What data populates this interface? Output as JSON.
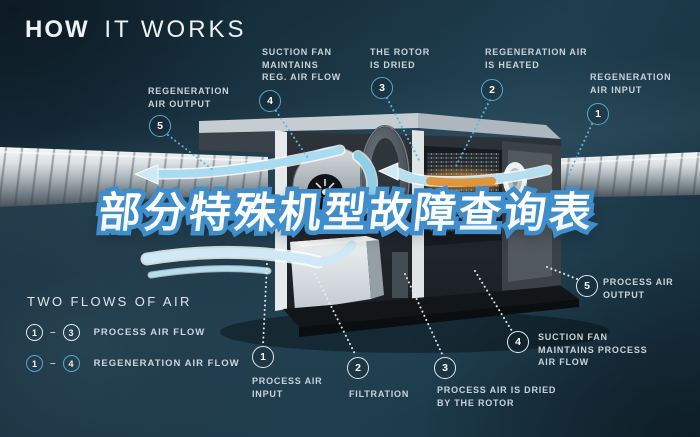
{
  "header": {
    "title_bold": "HOW",
    "title_light": "IT WORKS"
  },
  "overlay": {
    "text": "部分特殊机型故障查询表"
  },
  "callouts_top": [
    {
      "num": "5",
      "line1": "REGENERATION",
      "line2": "AIR OUTPUT",
      "line3": ""
    },
    {
      "num": "4",
      "line1": "SUCTION FAN",
      "line2": "MAINTAINS",
      "line3": "REG. AIR FLOW"
    },
    {
      "num": "3",
      "line1": "THE ROTOR",
      "line2": "IS DRIED",
      "line3": ""
    },
    {
      "num": "2",
      "line1": "REGENERATION AIR",
      "line2": "IS HEATED",
      "line3": ""
    },
    {
      "num": "1",
      "line1": "REGENERATION",
      "line2": "AIR INPUT",
      "line3": ""
    }
  ],
  "callouts_bottom": [
    {
      "num": "1",
      "line1": "PROCESS AIR",
      "line2": "INPUT",
      "line3": ""
    },
    {
      "num": "2",
      "line1": "FILTRATION",
      "line2": "",
      "line3": ""
    },
    {
      "num": "3",
      "line1": "PROCESS AIR IS DRIED",
      "line2": "BY THE ROTOR",
      "line3": ""
    },
    {
      "num": "4",
      "line1": "SUCTION FAN",
      "line2": "MAINTAINS PROCESS",
      "line3": "AIR FLOW"
    },
    {
      "num": "5",
      "line1": "PROCESS AIR",
      "line2": "OUTPUT",
      "line3": ""
    }
  ],
  "legend": {
    "heading": "TWO FLOWS OF AIR",
    "rows": [
      {
        "from": "1",
        "dash": "–",
        "to": "3",
        "label": "PROCESS AIR FLOW"
      },
      {
        "from": "1",
        "dash": "–",
        "to": "4",
        "label": "REGENERATION AIR FLOW"
      }
    ]
  },
  "colors": {
    "background": "#17303e",
    "accent_blue": "#58a9cd",
    "label_text": "#c9d4da",
    "overlay_stroke": "#3f8ecb",
    "heater_orange": "#e0912f",
    "flow_blue": "#b5def0"
  }
}
